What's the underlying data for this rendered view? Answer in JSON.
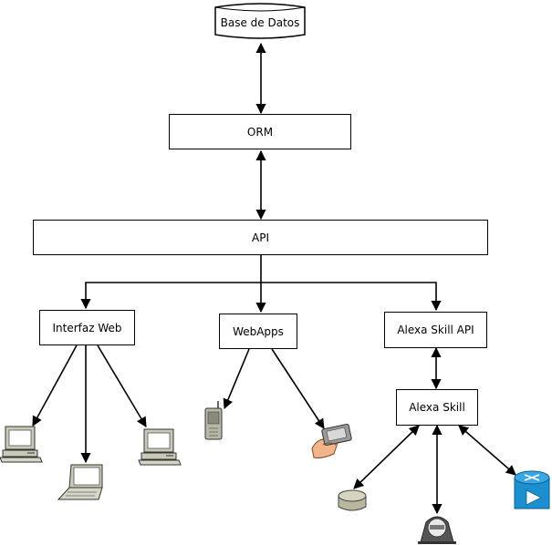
{
  "nodes": {
    "database": "Base de Datos",
    "orm": "ORM",
    "api": "API",
    "web_interface": "Interfaz Web",
    "webapps": "WebApps",
    "alexa_skill_api": "Alexa Skill API",
    "alexa_skill": "Alexa Skill"
  },
  "icons": {
    "web_clients": [
      "desktop-computer-icon",
      "laptop-icon",
      "desktop-computer-icon"
    ],
    "webapp_clients": [
      "mobile-phone-icon",
      "hand-held-device-icon"
    ],
    "alexa_clients": [
      "echo-dot-speaker-icon",
      "echo-spot-device-icon",
      "media-router-icon"
    ]
  },
  "colors": {
    "line": "#000000",
    "device_gray": "#c9c9b8",
    "router_blue": "#1b8fcf",
    "skin": "#f2b48a"
  }
}
